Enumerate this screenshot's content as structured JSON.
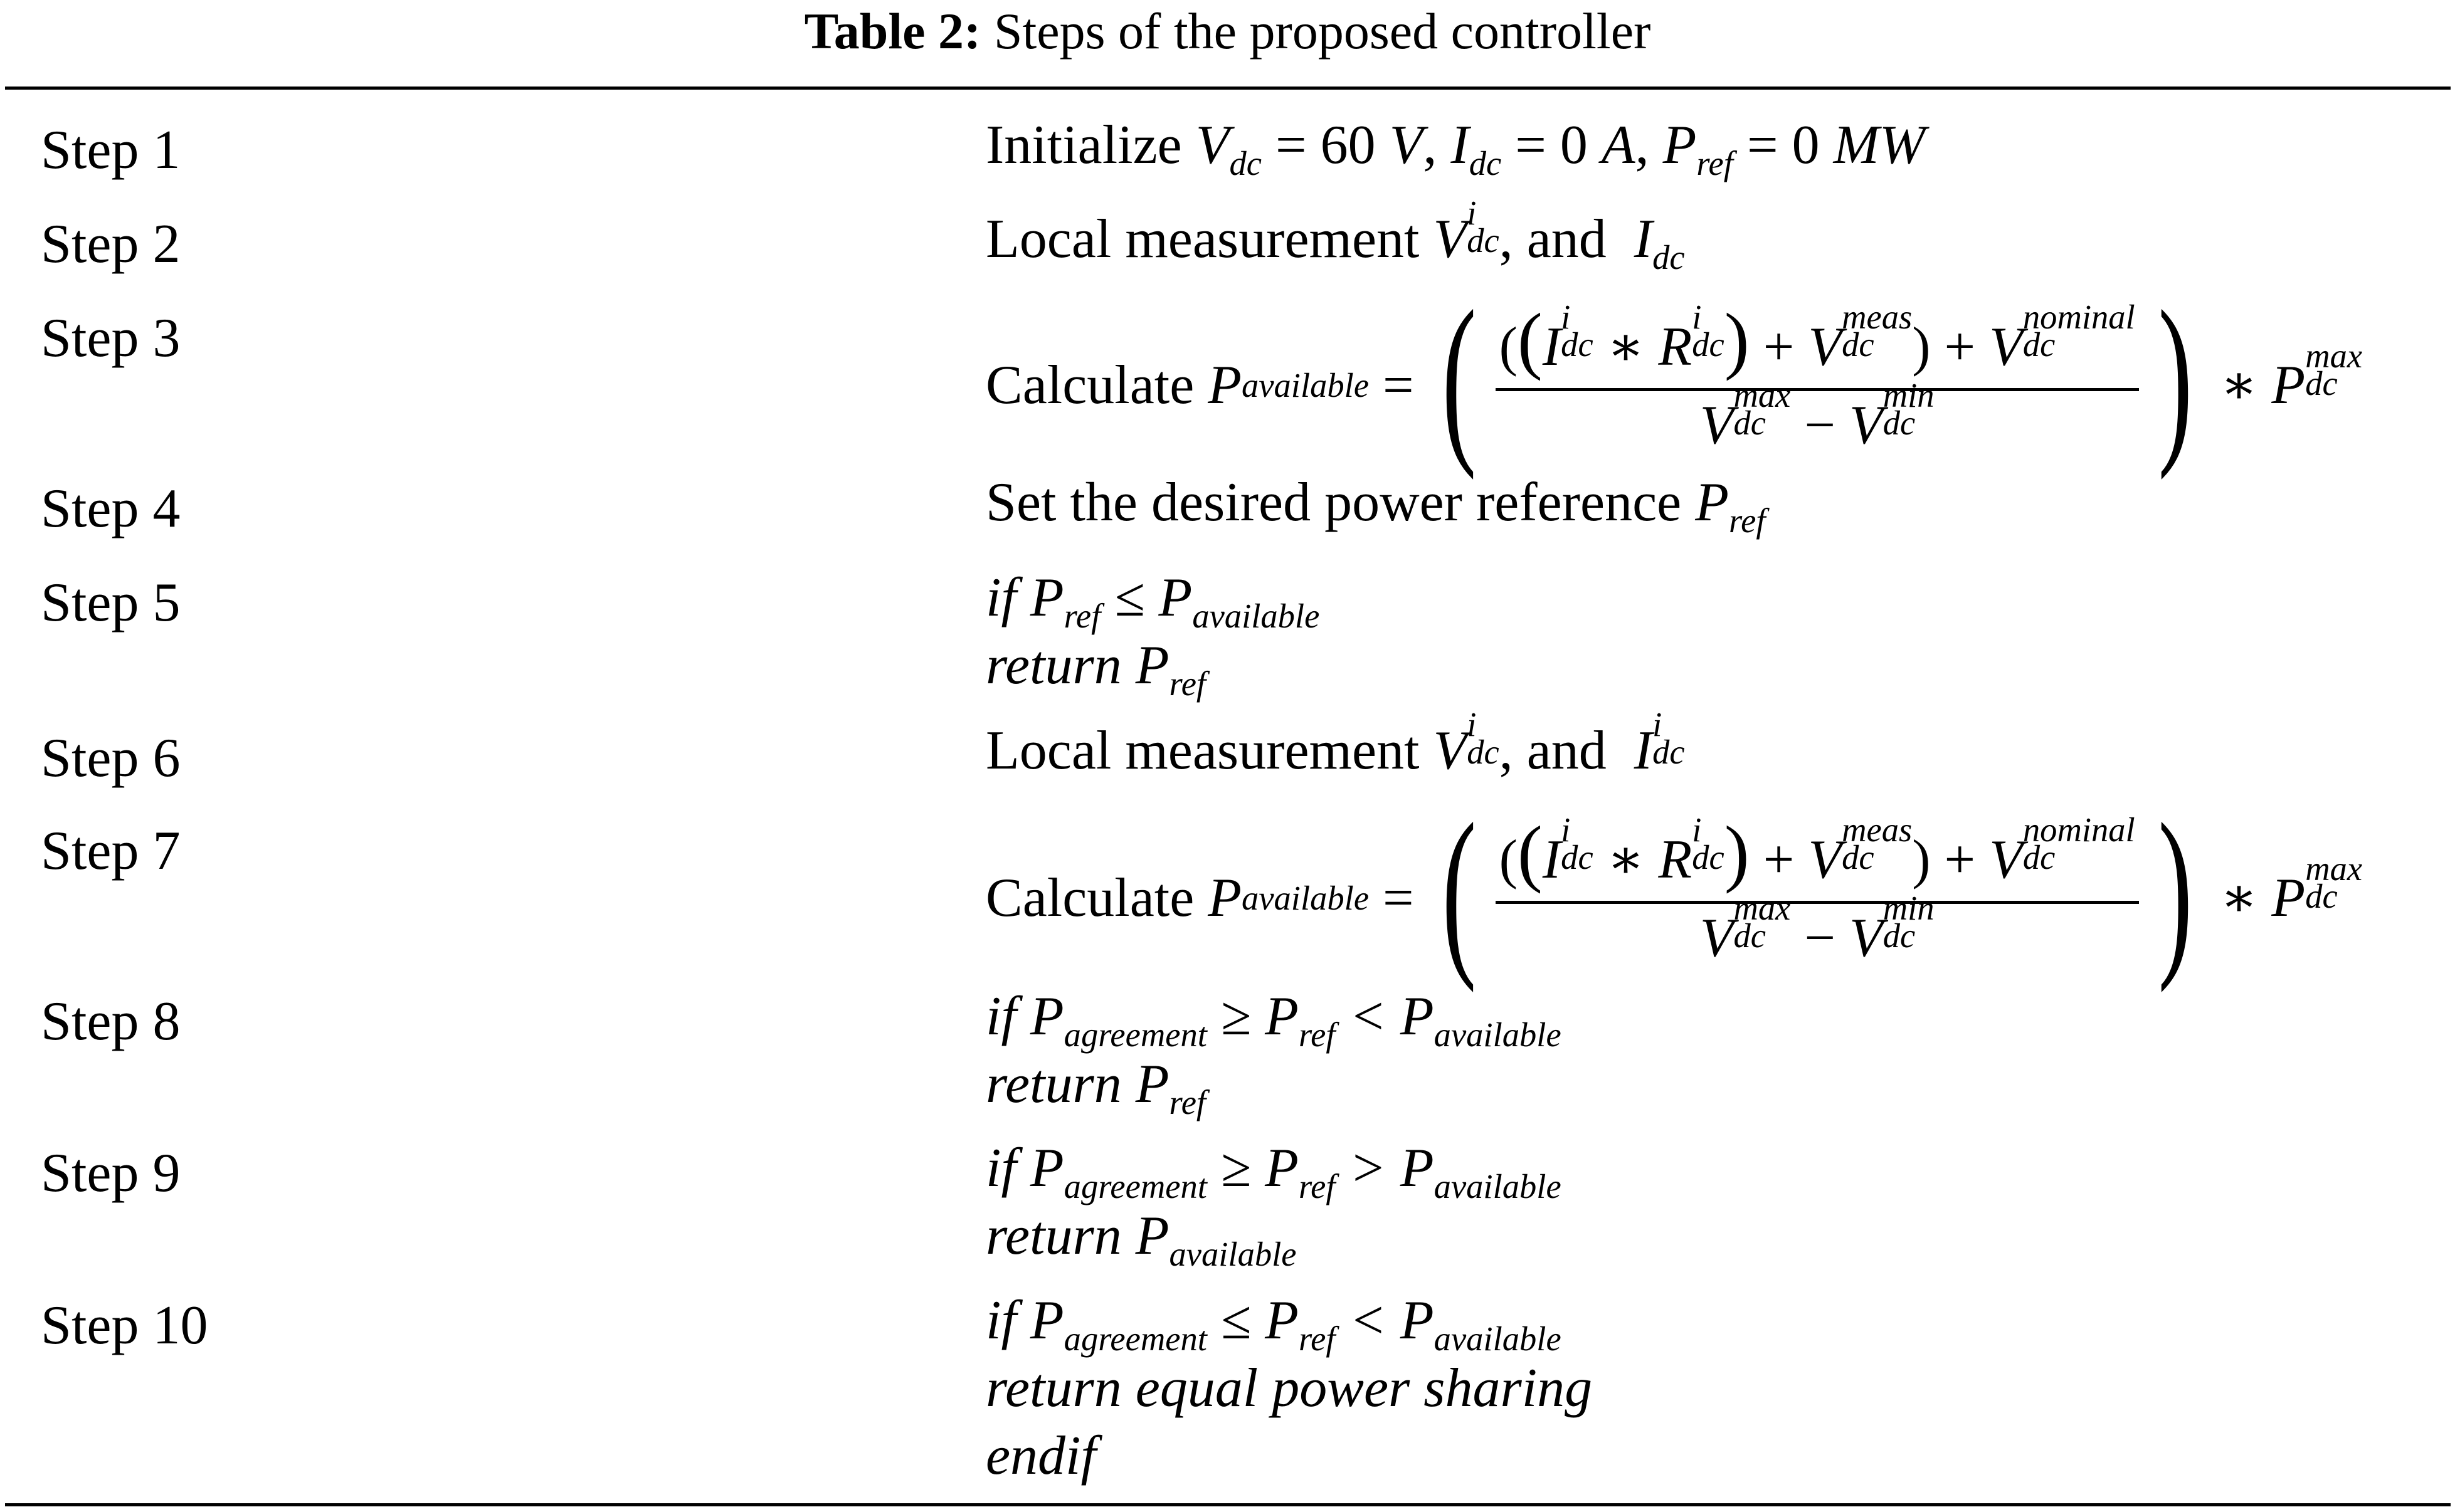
{
  "caption": {
    "label": "Table 2:",
    "title": "Steps of the proposed controller"
  },
  "rows": [
    {
      "step": "Step 1",
      "text": "Initialize",
      "init": {
        "v_value": "60",
        "v_unit": "V",
        "i_value": "0",
        "i_unit": "A",
        "p_value": "0",
        "p_unit": "MW"
      }
    },
    {
      "step": "Step 2",
      "text": "Local measurement",
      "conj": ", and"
    },
    {
      "step": "Step 3",
      "text": "Calculate"
    },
    {
      "step": "Step 4",
      "text": "Set the desired power reference"
    },
    {
      "step": "Step 5",
      "if": "if",
      "return": "return"
    },
    {
      "step": "Step 6",
      "text": "Local measurement",
      "conj": ", and"
    },
    {
      "step": "Step 7",
      "text": "Calculate"
    },
    {
      "step": "Step 8",
      "if": "if",
      "return": "return"
    },
    {
      "step": "Step 9",
      "if": "if",
      "return": "return"
    },
    {
      "step": "Step 10",
      "if": "if",
      "return": "return equal power sharing",
      "endif": "endif"
    }
  ],
  "symbols": {
    "V": "V",
    "I": "I",
    "P": "P",
    "R": "R",
    "dc": "dc",
    "i": "i",
    "ref": "ref",
    "available": "available",
    "agreement": "agreement",
    "meas": "meas",
    "nominal": "nominal",
    "max": "max",
    "min": "min"
  }
}
